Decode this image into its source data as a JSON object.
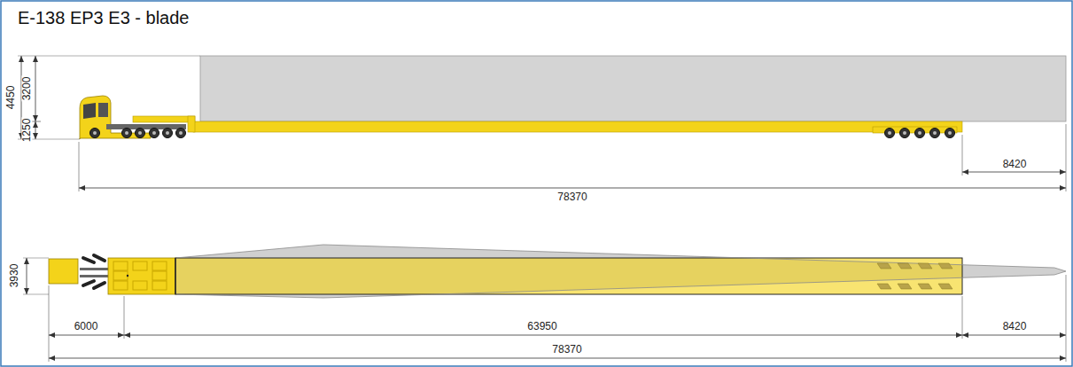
{
  "diagram": {
    "title": "E-138 EP3 E3 - blade",
    "labels": [
      "4450",
      "3200",
      "1250",
      "8420",
      "78370",
      "3930",
      "6000",
      "63950",
      "8420",
      "78370"
    ]
  }
}
